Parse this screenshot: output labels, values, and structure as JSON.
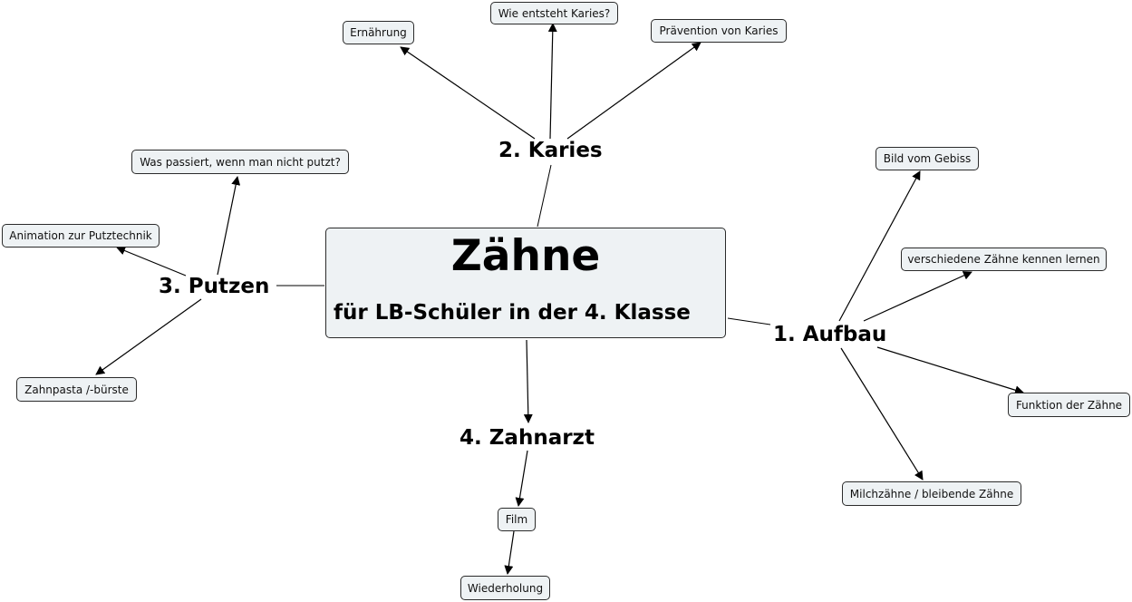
{
  "center": {
    "title": "Zähne",
    "subtitle": "für LB-Schüler in der 4. Klasse"
  },
  "branches": {
    "aufbau": "1. Aufbau",
    "karies": "2. Karies",
    "putzen": "3. Putzen",
    "zahnarzt": "4. Zahnarzt"
  },
  "leaves": {
    "ernaehrung": "Ernährung",
    "wie_entsteht_karies": "Wie entsteht Karies?",
    "praevention": "Prävention von Karies",
    "was_passiert": "Was passiert, wenn man nicht putzt?",
    "animation": "Animation zur Putztechnik",
    "zahnpasta": "Zahnpasta /-bürste",
    "bild_gebiss": "Bild vom Gebiss",
    "verschiedene_zaehne": "verschiedene Zähne kennen lernen",
    "funktion": "Funktion der Zähne",
    "milchzaehne": "Milchzähne / bleibende Zähne",
    "film": "Film",
    "wiederholung": "Wiederholung"
  },
  "colors": {
    "node_fill": "#eef2f4",
    "line": "#000000"
  }
}
